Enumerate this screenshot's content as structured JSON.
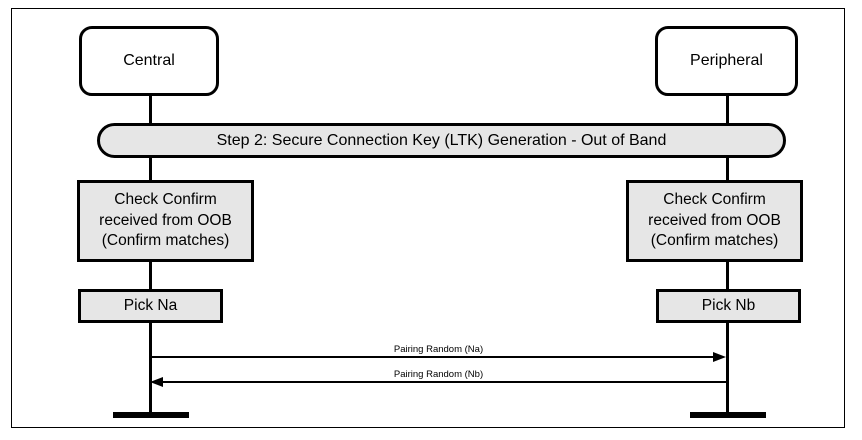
{
  "diagram": {
    "type": "sequence-diagram",
    "title_banner": "Step 2: Secure Connection Key (LTK) Generation - Out of Band",
    "colors": {
      "frame_border": "#000000",
      "box_border": "#000000",
      "actor_fill": "#ffffff",
      "process_fill": "#e6e6e6",
      "banner_fill": "#e6e6e6",
      "line": "#000000",
      "background": "#ffffff"
    },
    "actors": [
      {
        "id": "central",
        "label": "Central"
      },
      {
        "id": "peripheral",
        "label": "Peripheral"
      }
    ],
    "process_boxes": [
      {
        "id": "central-check-confirm",
        "lines": [
          "Check Confirm",
          "received from OOB",
          "(Confirm matches)"
        ]
      },
      {
        "id": "peripheral-check-confirm",
        "lines": [
          "Check Confirm",
          "received from OOB",
          "(Confirm matches)"
        ]
      },
      {
        "id": "central-pick-na",
        "lines": [
          "Pick Na"
        ]
      },
      {
        "id": "peripheral-pick-nb",
        "lines": [
          "Pick Nb"
        ]
      }
    ],
    "messages": [
      {
        "id": "pairing-random-na",
        "label": "Pairing Random (Na)",
        "from": "central",
        "to": "peripheral",
        "direction": "right"
      },
      {
        "id": "pairing-random-nb",
        "label": "Pairing Random (Nb)",
        "from": "peripheral",
        "to": "central",
        "direction": "left"
      }
    ]
  }
}
